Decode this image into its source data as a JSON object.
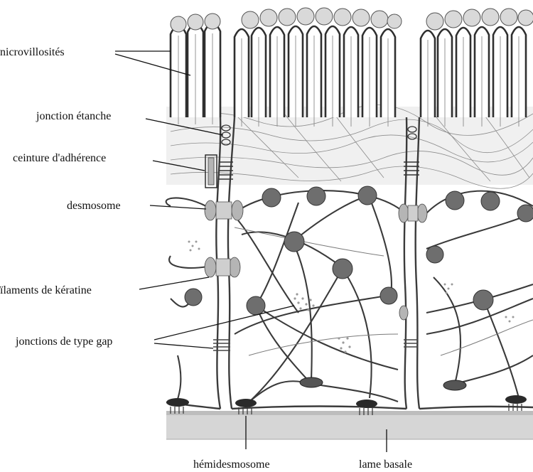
{
  "figure": {
    "labels": {
      "microvilli": "nicrovillosités",
      "tight_junction": "jonction étanche",
      "adherens_belt": "ceinture d'adhérence",
      "desmosome": "desmosome",
      "keratin_filaments": "ïlaments de kératine",
      "gap_junctions": "jonctions de type gap",
      "hemidesmosome": "hémidesmosome",
      "basal_lamina": "lame basale"
    }
  }
}
